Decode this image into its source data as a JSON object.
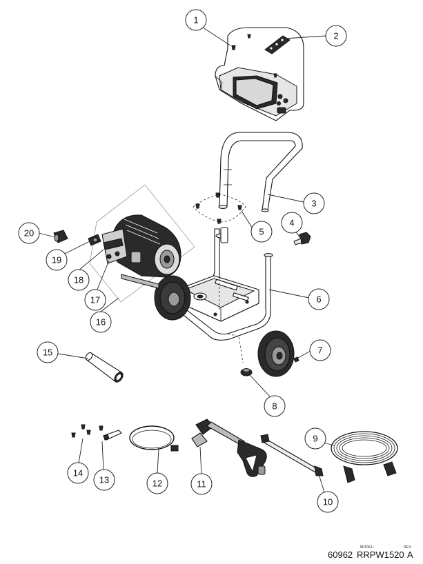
{
  "callouts": [
    {
      "label": "1"
    },
    {
      "label": "2"
    },
    {
      "label": "3"
    },
    {
      "label": "4"
    },
    {
      "label": "5"
    },
    {
      "label": "6"
    },
    {
      "label": "7"
    },
    {
      "label": "8"
    },
    {
      "label": "9"
    },
    {
      "label": "10"
    },
    {
      "label": "11"
    },
    {
      "label": "12"
    },
    {
      "label": "13"
    },
    {
      "label": "14"
    },
    {
      "label": "15"
    },
    {
      "label": "16"
    },
    {
      "label": "17"
    },
    {
      "label": "18"
    },
    {
      "label": "19"
    },
    {
      "label": "20"
    }
  ],
  "footer": {
    "number": "60962",
    "model_caption": "MODEL:",
    "model": "RRPW1520",
    "rev_caption": "REV.",
    "rev": "A"
  }
}
